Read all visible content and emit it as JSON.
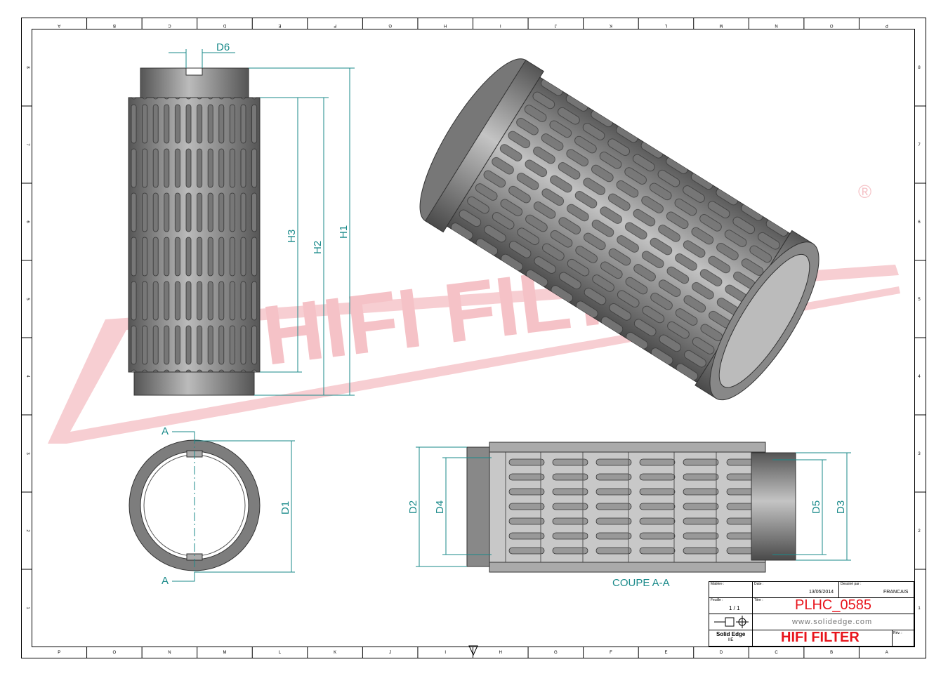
{
  "border": {
    "columns": [
      "P",
      "O",
      "N",
      "M",
      "L",
      "K",
      "J",
      "I",
      "H",
      "G",
      "F",
      "E",
      "D",
      "C",
      "B",
      "A"
    ],
    "rows": [
      "8",
      "7",
      "6",
      "5",
      "4",
      "3",
      "2",
      "1"
    ]
  },
  "dimensions": {
    "d6": "D6",
    "h1": "H1",
    "h2": "H2",
    "h3": "H3",
    "d1": "D1",
    "d2": "D2",
    "d3": "D3",
    "d4": "D4",
    "d5": "D5",
    "section_mark_top": "A",
    "section_mark_bottom": "A"
  },
  "section_label": "COUPE A-A",
  "watermark": {
    "text": "HIFI FILTER",
    "registered": "®",
    "color": "#f4b8bd"
  },
  "title_block": {
    "matiere_label": "Matière :",
    "date_label": "Date :",
    "date": "13/05/2014",
    "dessine_label": "Dessiné par :",
    "dessine": "FRANCAIS",
    "feuille_label": "Feuille :",
    "feuille": "1 / 1",
    "titre_label": "Titre :",
    "title": "PLHC_0585",
    "url": "www.solidedge.com",
    "software": "Solid Edge",
    "software_sub": "IIE",
    "company": "HIFI FILTER",
    "rev_label": "Rév. :",
    "accent": "#e8141c"
  }
}
